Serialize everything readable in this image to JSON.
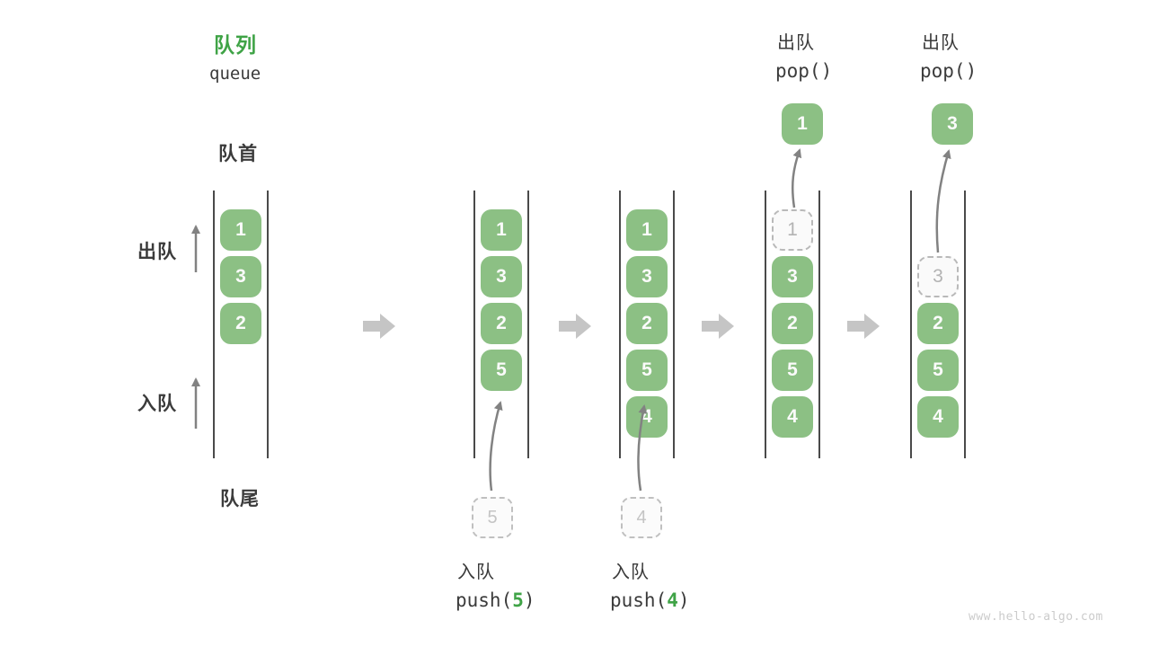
{
  "header": {
    "title_zh": "队列",
    "title_en": "queue"
  },
  "side_labels": {
    "front": "队首",
    "rear": "队尾",
    "dequeue": "出队",
    "enqueue": "入队"
  },
  "watermark": "www.hello-algo.com",
  "colors": {
    "box_green": "#8cc084",
    "accent_green": "#3fa346",
    "rail_dark": "#4a4a4a",
    "block_arrow_gray": "#c5c5c5",
    "thin_arrow_gray": "#828282",
    "ghost_border": "#b9b9b9",
    "ghost_text": "#b3b3b3",
    "text_dark": "#3b3b3b"
  },
  "steps": [
    {
      "name": "initial",
      "slots": [
        {
          "v": "1",
          "state": "filled"
        },
        {
          "v": "3",
          "state": "filled"
        },
        {
          "v": "2",
          "state": "filled"
        }
      ]
    },
    {
      "name": "enqueue-5",
      "op": {
        "label": "入队",
        "fn": "push(",
        "arg": "5",
        "close": ")"
      },
      "incoming": {
        "v": "5"
      },
      "slots": [
        {
          "v": "1",
          "state": "filled"
        },
        {
          "v": "3",
          "state": "filled"
        },
        {
          "v": "2",
          "state": "filled"
        },
        {
          "v": "5",
          "state": "filled"
        }
      ]
    },
    {
      "name": "enqueue-4",
      "op": {
        "label": "入队",
        "fn": "push(",
        "arg": "4",
        "close": ")"
      },
      "incoming": {
        "v": "4"
      },
      "slots": [
        {
          "v": "1",
          "state": "filled"
        },
        {
          "v": "3",
          "state": "filled"
        },
        {
          "v": "2",
          "state": "filled"
        },
        {
          "v": "5",
          "state": "filled"
        },
        {
          "v": "4",
          "state": "filled"
        }
      ]
    },
    {
      "name": "dequeue-1",
      "op": {
        "label": "出队",
        "fn": "pop()"
      },
      "popped": {
        "v": "1"
      },
      "slots": [
        {
          "v": "1",
          "state": "removed-ghost"
        },
        {
          "v": "3",
          "state": "filled"
        },
        {
          "v": "2",
          "state": "filled"
        },
        {
          "v": "5",
          "state": "filled"
        },
        {
          "v": "4",
          "state": "filled"
        }
      ]
    },
    {
      "name": "dequeue-3",
      "op": {
        "label": "出队",
        "fn": "pop()"
      },
      "popped": {
        "v": "3"
      },
      "slots": [
        {
          "v": "3",
          "state": "removed-ghost"
        },
        {
          "v": "2",
          "state": "filled"
        },
        {
          "v": "5",
          "state": "filled"
        },
        {
          "v": "4",
          "state": "filled"
        }
      ]
    }
  ]
}
